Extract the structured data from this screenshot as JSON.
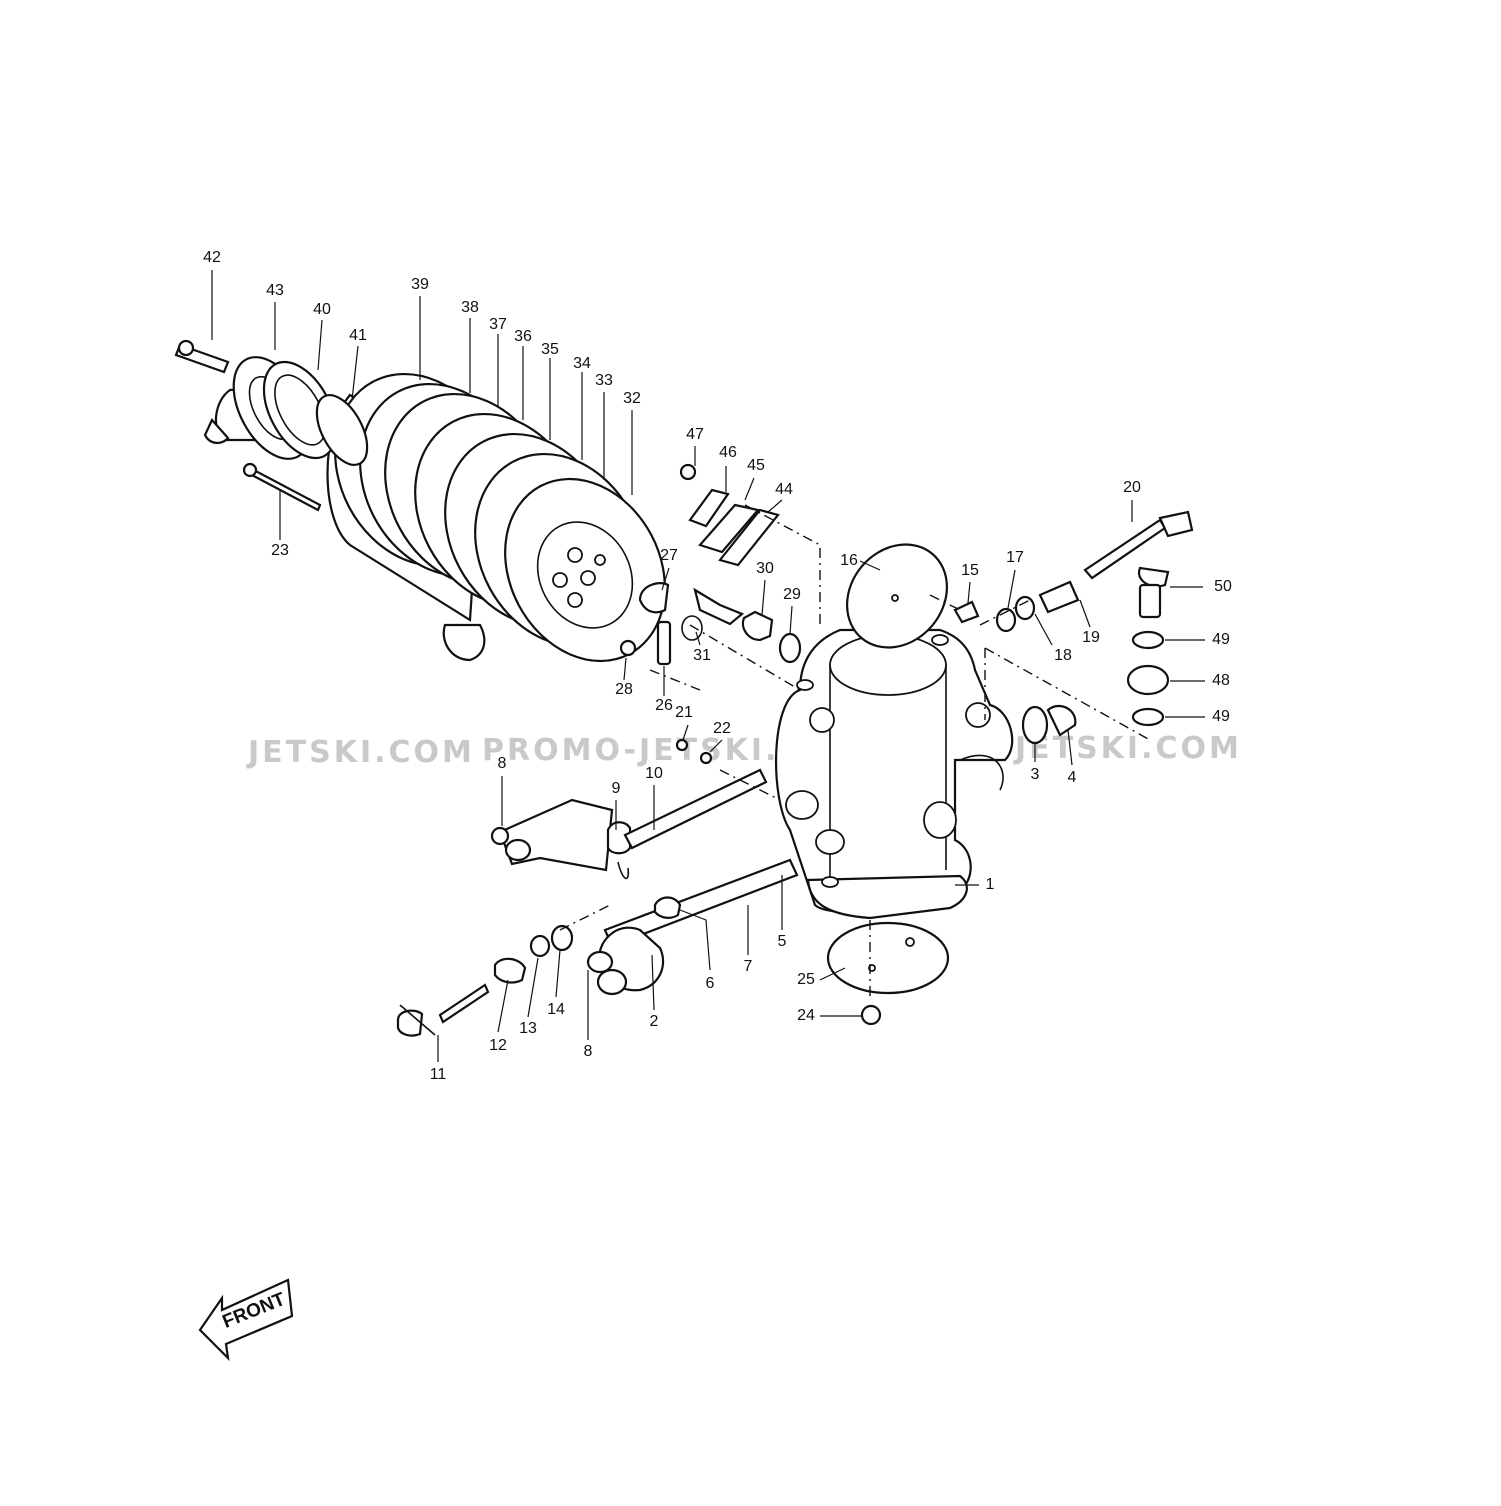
{
  "diagram": {
    "front_arrow_label": "FRONT",
    "watermarks": [
      "JETSKI.COM",
      "PROMO-JETSKI.COM",
      "PROMO-JETSKI.COM"
    ],
    "callouts": [
      "1",
      "2",
      "3",
      "4",
      "5",
      "6",
      "7",
      "8",
      "8",
      "9",
      "10",
      "11",
      "12",
      "13",
      "14",
      "15",
      "16",
      "17",
      "18",
      "19",
      "20",
      "21",
      "22",
      "23",
      "24",
      "25",
      "26",
      "27",
      "28",
      "29",
      "30",
      "31",
      "32",
      "33",
      "34",
      "35",
      "36",
      "37",
      "38",
      "39",
      "40",
      "41",
      "42",
      "43",
      "44",
      "45",
      "46",
      "47",
      "48",
      "49",
      "49",
      "50"
    ]
  }
}
